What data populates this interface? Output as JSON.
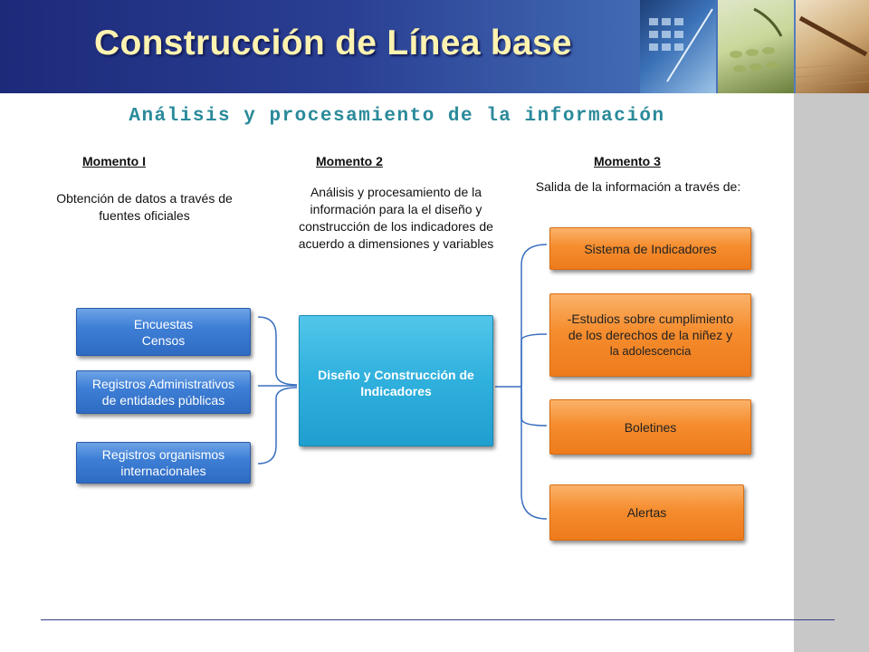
{
  "header": {
    "title": "Construcción de Línea base",
    "bg_color": "#1d2a7a",
    "title_color": "#fff3b0"
  },
  "subtitle": "Análisis y procesamiento de la información",
  "moments": [
    {
      "label": "Momento I",
      "description": "Obtención de datos a través de fuentes oficiales"
    },
    {
      "label": "Momento  2",
      "description": "Análisis y procesamiento de la información para la el diseño y construcción de los indicadores de acuerdo a dimensiones y variables"
    },
    {
      "label": "Momento 3",
      "description": "Salida de la información a través de:"
    }
  ],
  "sources": [
    {
      "line1": "Encuestas",
      "line2": "Censos"
    },
    {
      "line1": "Registros Administrativos",
      "line2": "de entidades públicas"
    },
    {
      "line1": "Registros organismos",
      "line2": "internacionales"
    }
  ],
  "center": {
    "line1": "Diseño y Construcción de",
    "line2": "Indicadores"
  },
  "outputs": [
    {
      "text": "Sistema de Indicadores"
    },
    {
      "line1": "-Estudios sobre cumplimiento",
      "line2": "de los derechos de la niñez y",
      "line3": "la adolescencia"
    },
    {
      "text": "Boletines"
    },
    {
      "text": "Alertas"
    }
  ],
  "colors": {
    "source_box": "#3e7fd6",
    "center_box": "#2fb0dd",
    "output_box": "#f58d2e",
    "connector": "#3a6fc0",
    "subtitle": "#2a8a9a",
    "sidebar": "#c8c8c8"
  }
}
